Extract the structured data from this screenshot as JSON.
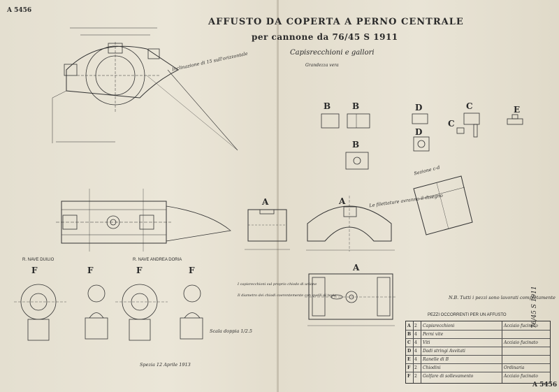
{
  "sheet": {
    "number_top": "A 5456",
    "number_bottom": "A 5456",
    "side_mark": "76/45 S 1911"
  },
  "title": {
    "line1": "AFFUSTO DA COPERTA A PERNO CENTRALE",
    "line2": "per cannone da 76/45 S 1911",
    "line3": "Capisrecchioni e gallori",
    "line4": "Grandezza vera"
  },
  "view_labels": {
    "b1": "B",
    "b2": "B",
    "b3": "B",
    "d1": "D",
    "d2": "D",
    "c1": "C",
    "c2": "C",
    "e": "E",
    "a1": "A",
    "a2": "A",
    "a3": "A",
    "f1": "F",
    "f2": "F",
    "f3": "F",
    "f4": "F"
  },
  "ship_labels": {
    "left": "R. NAVE DUILIO",
    "right": "R. NAVE ANDREA DORIA"
  },
  "notes": {
    "top_arc": "Inclinazione di 15 sull'orizzontale",
    "a_note": "Le filettature avranno il disegno",
    "mid_note1": "I capisrecchioni sul proprio chiodo di unione",
    "mid_note2": "Il diametro dei chiodi coerentemente con quelli di testa",
    "all_parts": "N.B. Tutti i pezzi sono lavorati completamente",
    "scale_note": "Scala doppia 1/2.5",
    "signature": "Spezia 12 Aprile 1913",
    "section": "Sezione c-d"
  },
  "parts_table": {
    "heading": "PEZZI OCCORRENTI PER UN AFFUSTO",
    "rows": [
      {
        "letter": "A",
        "qty": "2",
        "name": "Capisrecchioni",
        "material": "Acciaio fucinato"
      },
      {
        "letter": "B",
        "qty": "4",
        "name": "Perni vite",
        "material": ""
      },
      {
        "letter": "C",
        "qty": "4",
        "name": "Viti",
        "material": "Acciaio fucinato"
      },
      {
        "letter": "D",
        "qty": "4",
        "name": "Dadi stringi Avvitati",
        "material": ""
      },
      {
        "letter": "E",
        "qty": "4",
        "name": "Ranelle di B",
        "material": ""
      },
      {
        "letter": "F",
        "qty": "2",
        "name": "Chiodini",
        "material": "Ordinaria"
      },
      {
        "letter": "F",
        "qty": "2",
        "name": "Golfare di sollevamento",
        "material": "Acciaio fucinato"
      }
    ]
  },
  "colors": {
    "paper": "#e6e1d3",
    "ink": "#2a2a2a",
    "rust": "#b58a5a"
  }
}
